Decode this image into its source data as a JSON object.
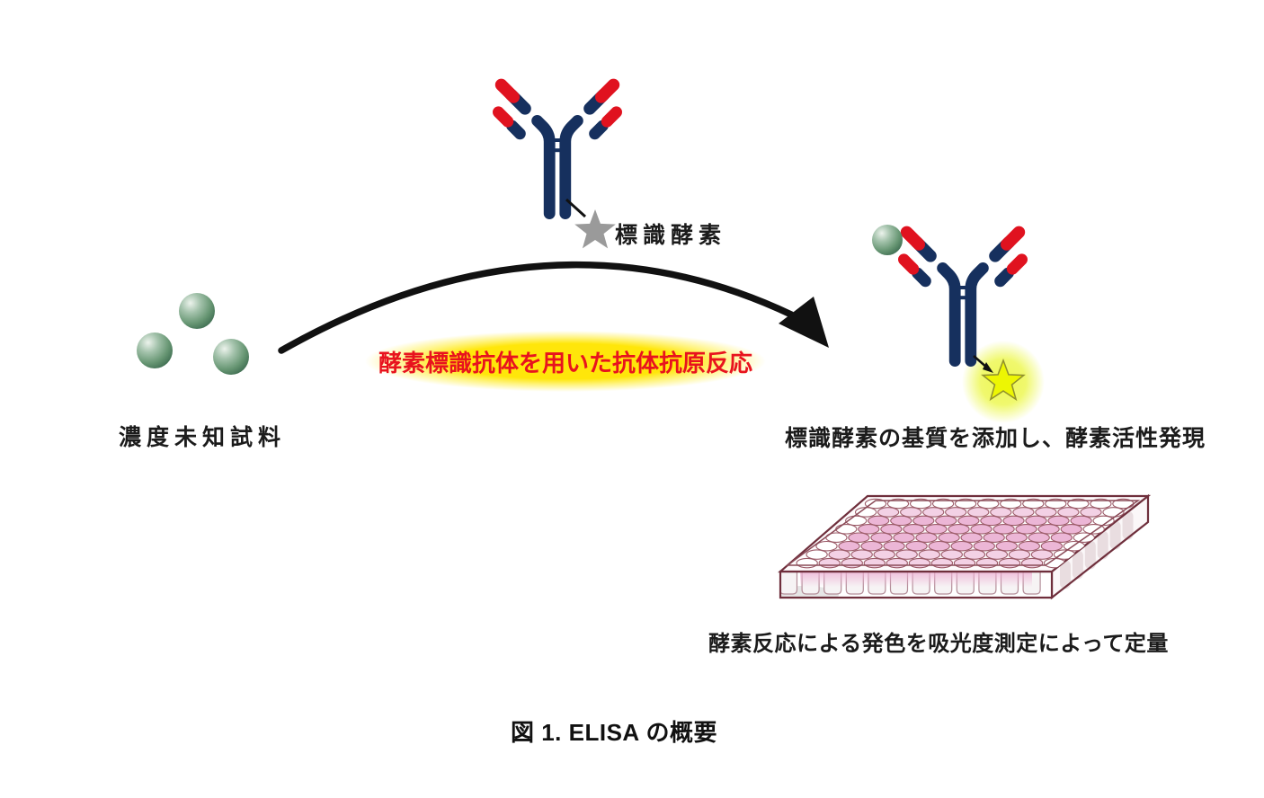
{
  "figure": {
    "caption": "図 1. ELISA の概要"
  },
  "steps": {
    "enzyme_labeled_antibody": {
      "label": "標識酵素"
    },
    "unknown_sample": {
      "label": "濃度未知試料"
    },
    "reaction_arrow": {
      "label": "酵素標識抗体を用いた抗体抗原反応"
    },
    "substrate_addition": {
      "label": "標識酵素の基質を添加し、酵素活性発現"
    },
    "quantification": {
      "label": "酵素反応による発色を吸光度測定によって定量"
    }
  },
  "icons": {
    "antibody": "antibody-icon",
    "enzyme_star": "enzyme-star-icon",
    "active_enzyme_star": "active-enzyme-star-icon",
    "antigen_sphere": "antigen-sphere-icon",
    "reaction_arrow": "curved-arrow-icon",
    "microplate": "microplate-96well-icon"
  },
  "colors": {
    "antibody_navy": "#16305e",
    "antibody_red": "#e0121f",
    "enzyme_star_gray": "#9a9a9a",
    "active_star_yellow": "#edf603",
    "active_star_outline": "#8f8f2d",
    "star_glow": "#e9f75c",
    "antigen_green": "#6f9f80",
    "highlight_yellow": "#ffe60a",
    "reaction_text_red": "#e8131e",
    "arrow_black": "#111111",
    "plate_outline": "#6f2f3c",
    "well_stroke": "#9b5b68",
    "well_pink": "#eaaed2",
    "label_text": "#1b1b1b"
  },
  "microplate": {
    "rows": 8,
    "cols": 12,
    "pink_row_start": 1,
    "pink_row_end": 7,
    "pink_col_start": 1,
    "pink_col_end": 10
  }
}
